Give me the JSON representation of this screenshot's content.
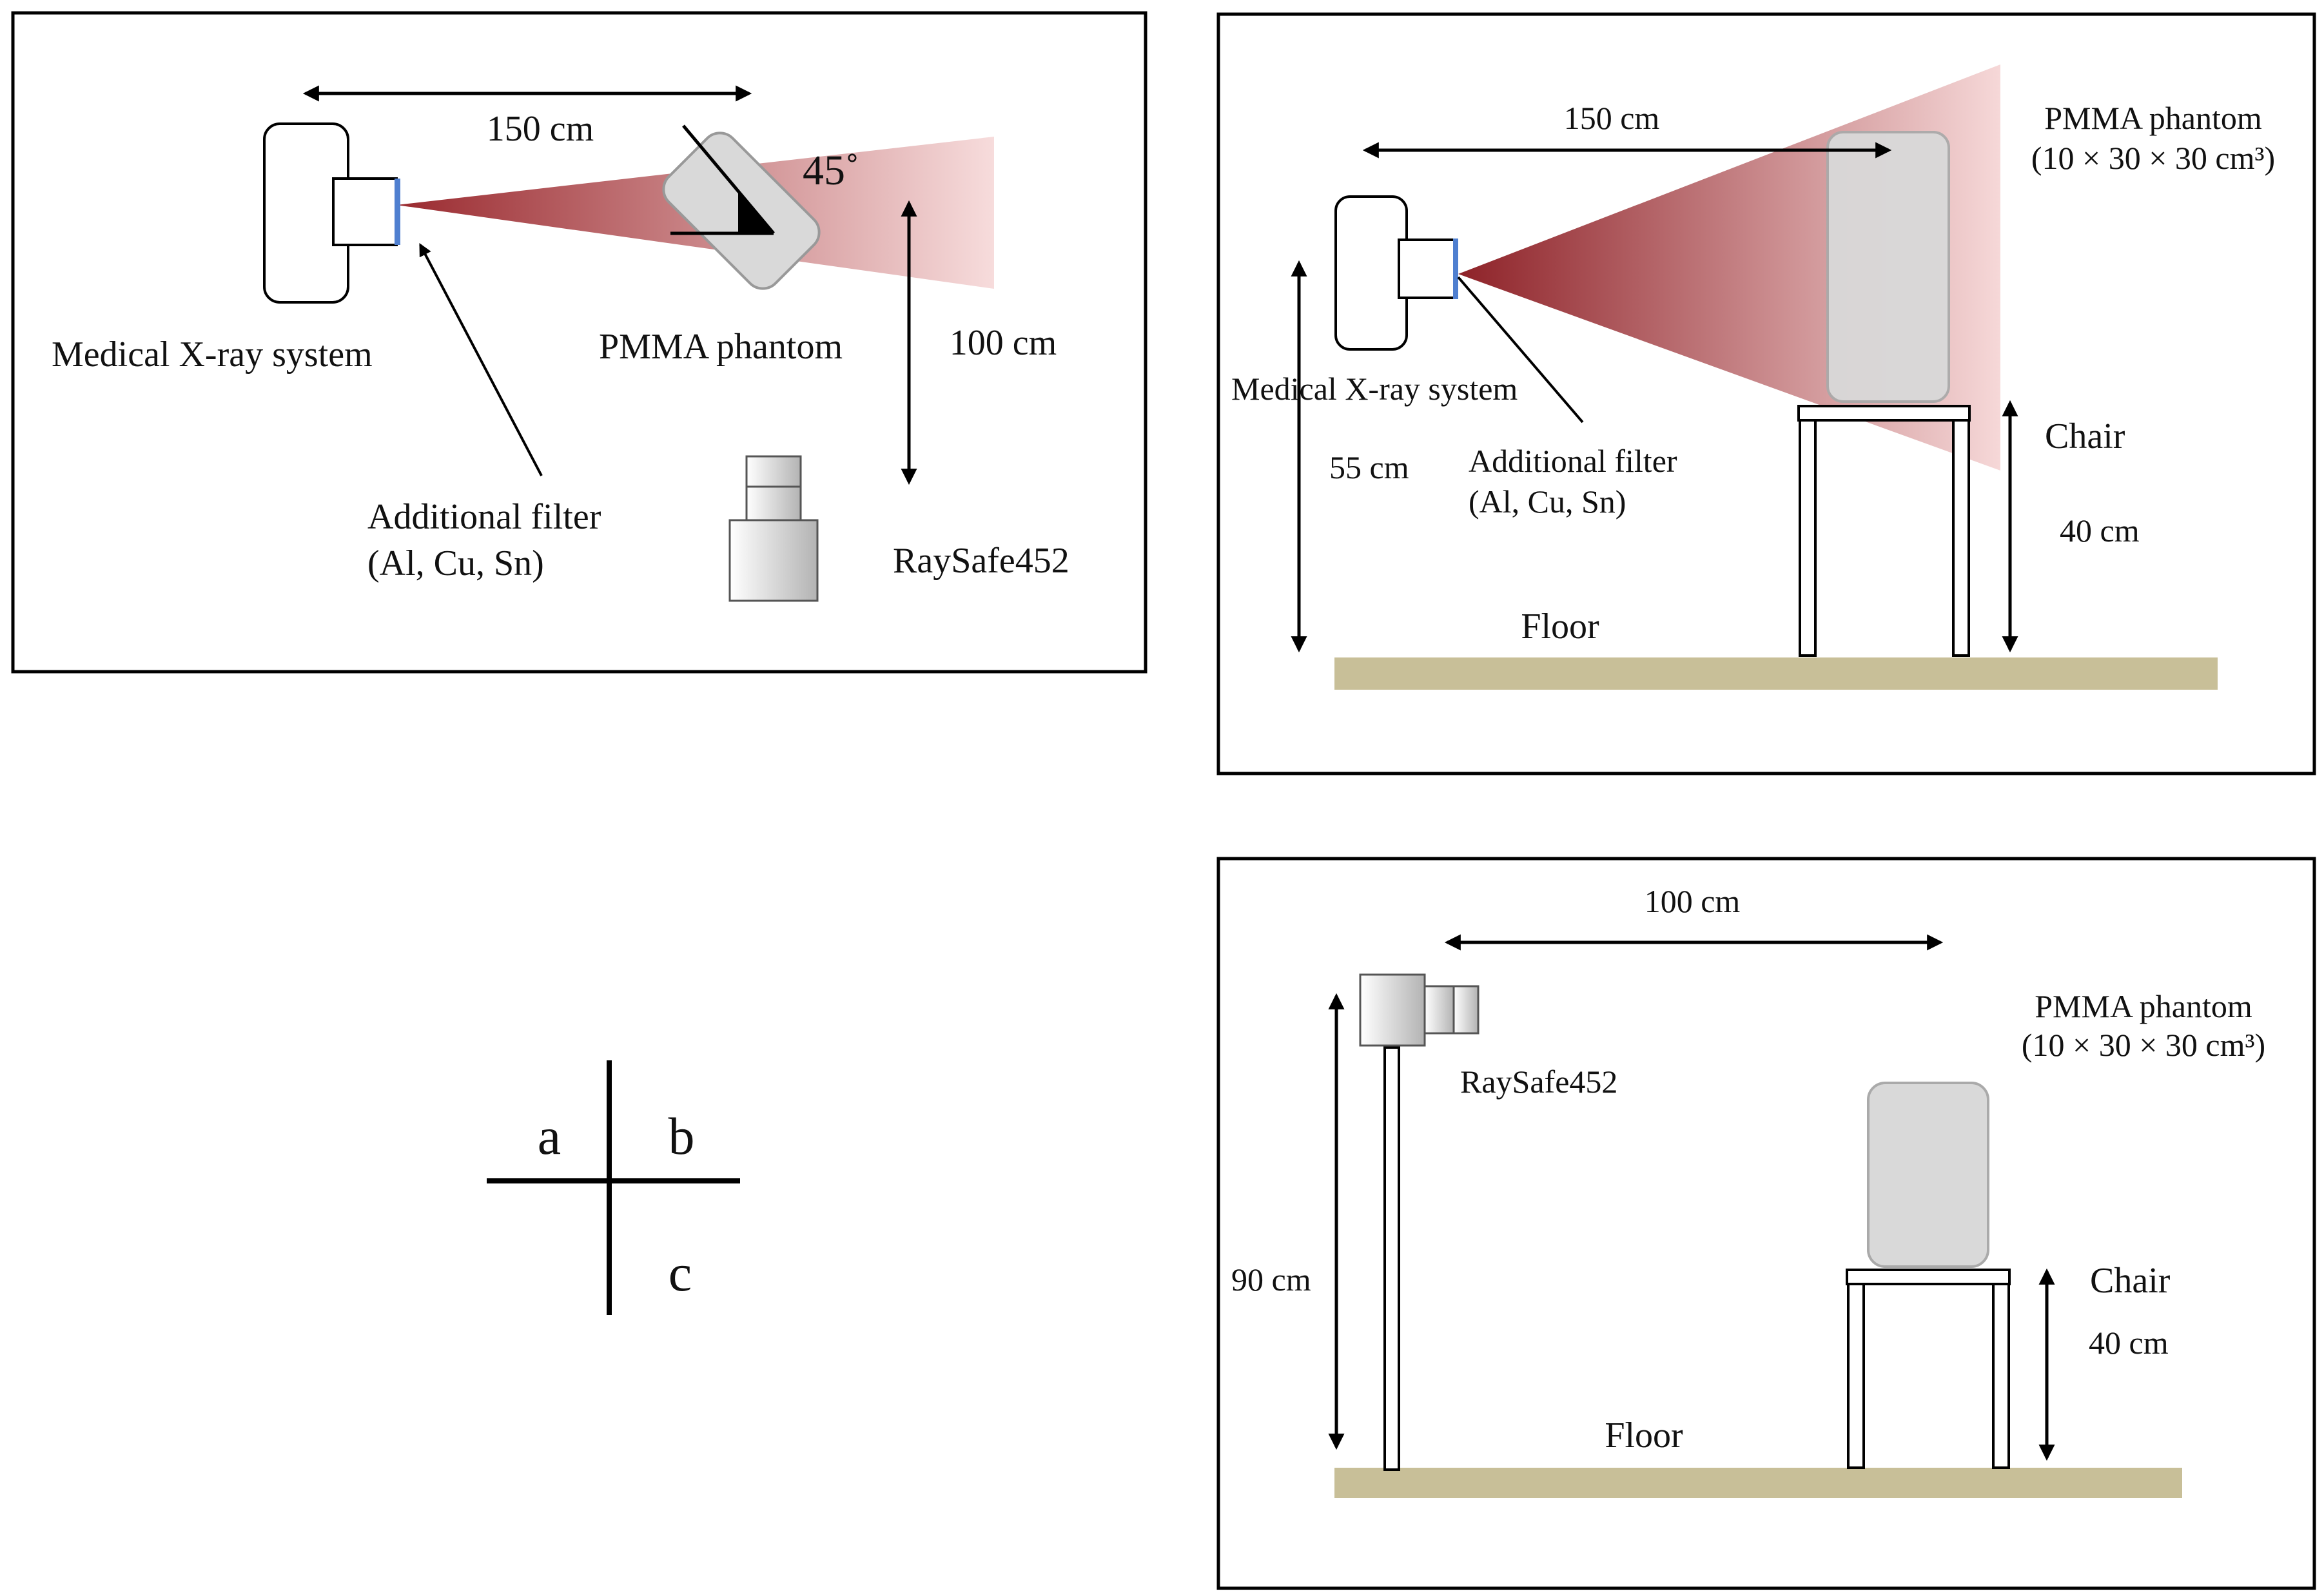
{
  "colors": {
    "beam_dark": "#9a2a2f",
    "beam_light": "#f7dcdc",
    "phantom": "#d9d9d9",
    "filter": "#4f7fd0",
    "floor": "#c8bf98",
    "frame": "#000000"
  },
  "panel_a": {
    "distance_source_phantom": "150 cm",
    "angle": "45˚",
    "distance_beam_detector": "100 cm",
    "xray_label": "Medical X-ray system",
    "phantom_label": "PMMA phantom",
    "filter_label_line1": "Additional filter",
    "filter_label_line2": "(Al, Cu, Sn)",
    "detector_label": "RaySafe452"
  },
  "panel_b": {
    "distance": "150 cm",
    "phantom_line1": "PMMA phantom",
    "phantom_line2": "(10 × 30 × 30 cm³)",
    "xray_label": "Medical X-ray system",
    "filter_label_line1": "Additional filter",
    "filter_label_line2": "(Al, Cu, Sn)",
    "source_height": "55 cm",
    "chair_label": "Chair",
    "chair_height": "40 cm",
    "floor_label": "Floor"
  },
  "panel_c": {
    "distance": "100 cm",
    "phantom_line1": "PMMA phantom",
    "phantom_line2": "(10 × 30 × 30 cm³)",
    "detector_label": "RaySafe452",
    "detector_height": "90 cm",
    "chair_label": "Chair",
    "chair_height": "40 cm",
    "floor_label": "Floor"
  },
  "layout_key": {
    "a": "a",
    "b": "b",
    "c": "c"
  }
}
